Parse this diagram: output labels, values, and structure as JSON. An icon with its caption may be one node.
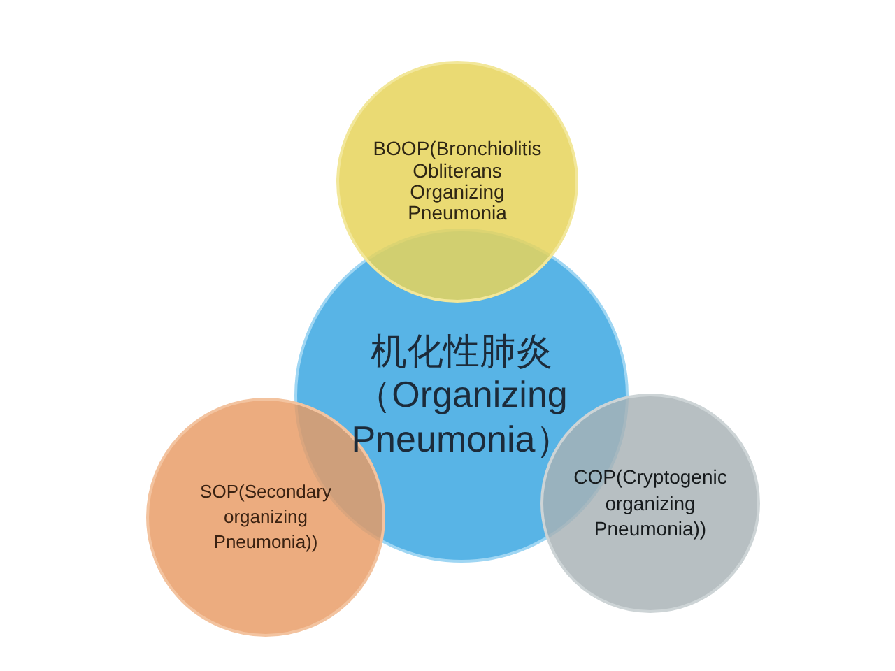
{
  "diagram": {
    "nodes": [
      {
        "text": [
          "BOOP(Bronchiolitis Obliterans Organizing Pneumonia"
        ]
      },
      {
        "text": [
          "机化性肺炎（Organizing Pneumonia）"
        ]
      },
      {
        "text": [
          "SOP(Secondary organizing Pneumonia))"
        ]
      },
      {
        "text": [
          "COP(Cryptogenic organizing Pneumonia))"
        ]
      }
    ]
  }
}
